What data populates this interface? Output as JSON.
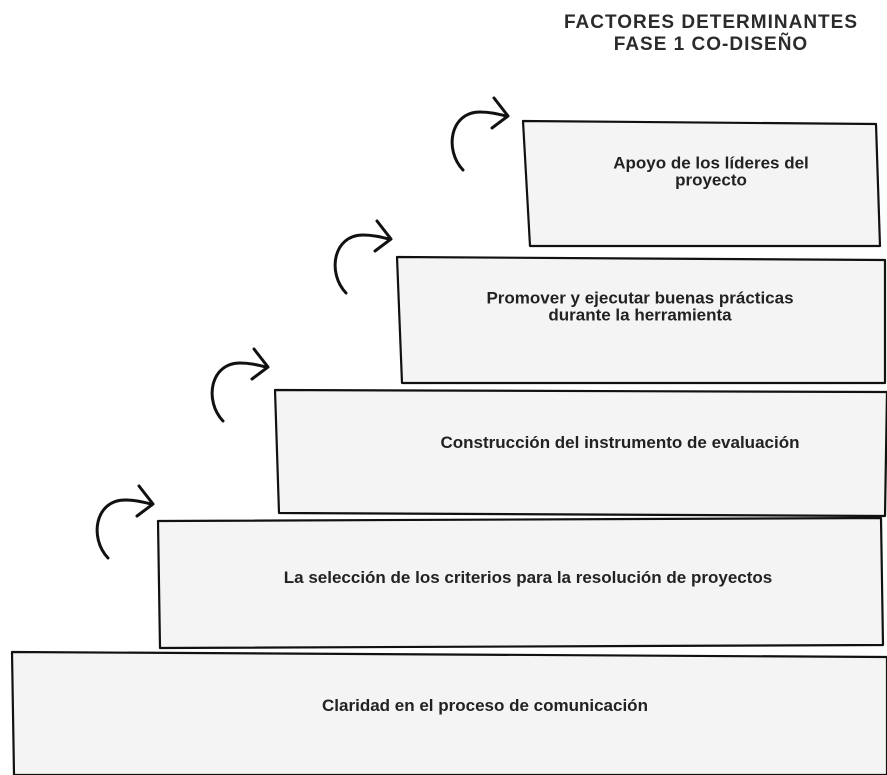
{
  "title": {
    "line1": "FACTORES DETERMINANTES",
    "line2": "FASE 1 CO-DISEÑO"
  },
  "steps": [
    {
      "label_lines": [
        "Claridad en el proceso de comunicación"
      ]
    },
    {
      "label_lines": [
        "La selección de los criterios para la resolución de proyectos"
      ]
    },
    {
      "label_lines": [
        "Construcción del instrumento de evaluación"
      ]
    },
    {
      "label_lines": [
        "Promover y ejecutar buenas prácticas",
        "durante la herramienta"
      ]
    },
    {
      "label_lines": [
        "Apoyo de los líderes del",
        "proyecto"
      ]
    }
  ],
  "icons": [
    "curved-arrow-icon"
  ],
  "colors": {
    "step_fill": "#f4f4f4",
    "stroke": "#111111",
    "text": "#222222"
  }
}
